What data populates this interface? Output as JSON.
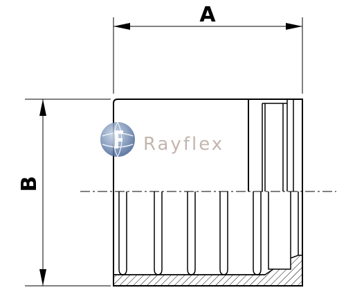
{
  "dimensions": {
    "width_label": "A",
    "height_label": "B"
  },
  "watermark": {
    "brand": "Rayflex",
    "logo_icon": "rayflex-globe-logo-icon",
    "text_color": "#b9a9a0",
    "logo_color": "#3f5f8f"
  },
  "colors": {
    "line": "#000000",
    "hatch": "#000000",
    "background": "#ffffff"
  }
}
